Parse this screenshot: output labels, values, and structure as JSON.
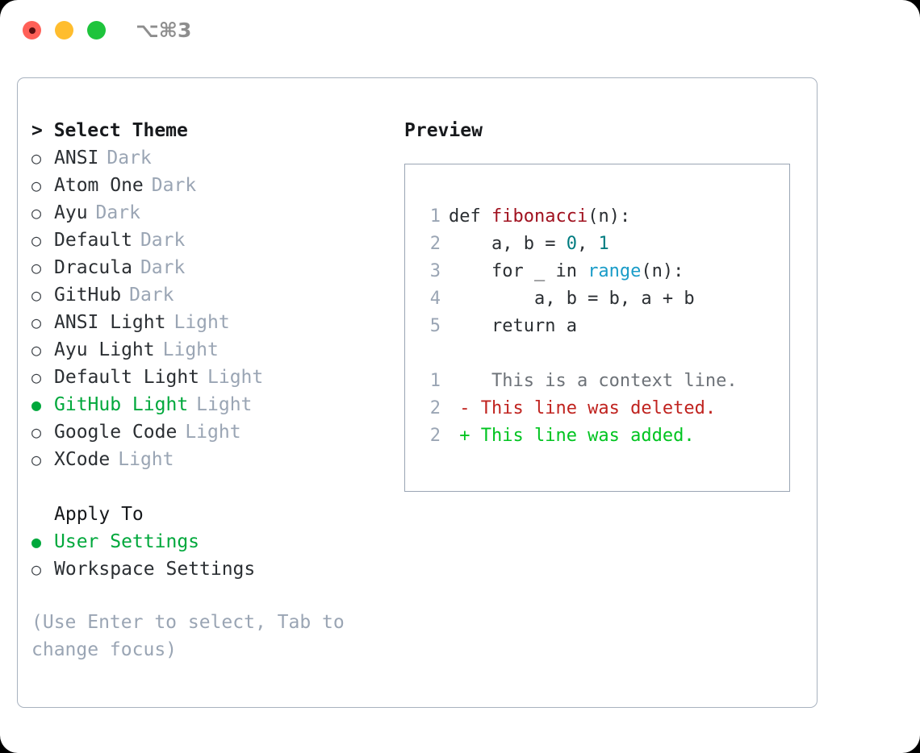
{
  "titlebar": {
    "shortcut": "⌥⌘3",
    "lights": [
      {
        "name": "close",
        "color": "#ff6058"
      },
      {
        "name": "minimize",
        "color": "#ffbd2e"
      },
      {
        "name": "maximize",
        "color": "#1ec43c"
      }
    ]
  },
  "theme_section": {
    "heading": "> Select Theme",
    "items": [
      {
        "marker": "○",
        "label": "ANSI",
        "variant": "Dark",
        "selected": false
      },
      {
        "marker": "○",
        "label": "Atom One",
        "variant": "Dark",
        "selected": false
      },
      {
        "marker": "○",
        "label": "Ayu",
        "variant": "Dark",
        "selected": false
      },
      {
        "marker": "○",
        "label": "Default",
        "variant": "Dark",
        "selected": false
      },
      {
        "marker": "○",
        "label": "Dracula",
        "variant": "Dark",
        "selected": false
      },
      {
        "marker": "○",
        "label": "GitHub",
        "variant": "Dark",
        "selected": false
      },
      {
        "marker": "○",
        "label": "ANSI Light",
        "variant": "Light",
        "selected": false
      },
      {
        "marker": "○",
        "label": "Ayu Light",
        "variant": "Light",
        "selected": false
      },
      {
        "marker": "○",
        "label": "Default Light",
        "variant": "Light",
        "selected": false
      },
      {
        "marker": "●",
        "label": "GitHub Light",
        "variant": "Light",
        "selected": true
      },
      {
        "marker": "○",
        "label": "Google Code",
        "variant": "Light",
        "selected": false
      },
      {
        "marker": "○",
        "label": "XCode",
        "variant": "Light",
        "selected": false
      }
    ]
  },
  "apply_section": {
    "heading": "Apply To",
    "items": [
      {
        "marker": "●",
        "label": "User Settings",
        "variant": "",
        "selected": true
      },
      {
        "marker": "○",
        "label": "Workspace Settings",
        "variant": "",
        "selected": false
      }
    ]
  },
  "hint": "(Use Enter to select, Tab to change focus)",
  "preview": {
    "title": "Preview",
    "code_lines": [
      {
        "num": "1",
        "tokens": [
          {
            "t": "def ",
            "c": "plain"
          },
          {
            "t": "fibonacci",
            "c": "fn"
          },
          {
            "t": "(n):",
            "c": "plain"
          }
        ]
      },
      {
        "num": "2",
        "tokens": [
          {
            "t": "    a, b = ",
            "c": "plain"
          },
          {
            "t": "0",
            "c": "num"
          },
          {
            "t": ", ",
            "c": "plain"
          },
          {
            "t": "1",
            "c": "num"
          }
        ]
      },
      {
        "num": "3",
        "tokens": [
          {
            "t": "    for _ in ",
            "c": "plain"
          },
          {
            "t": "range",
            "c": "call"
          },
          {
            "t": "(n):",
            "c": "plain"
          }
        ]
      },
      {
        "num": "4",
        "tokens": [
          {
            "t": "        a, b = b, a + b",
            "c": "plain"
          }
        ]
      },
      {
        "num": "5",
        "tokens": [
          {
            "t": "    return a",
            "c": "plain"
          }
        ]
      }
    ],
    "diff_lines": [
      {
        "num": "1",
        "sign": " ",
        "text": "  This is a context line.",
        "kind": "context"
      },
      {
        "num": "2",
        "sign": "-",
        "text": " This line was deleted.",
        "kind": "del"
      },
      {
        "num": "2",
        "sign": "+",
        "text": " This line was added.",
        "kind": "add"
      }
    ]
  },
  "colors": {
    "accent_green": "#00a83c",
    "diff_add": "#00c420",
    "diff_del": "#c0231f",
    "muted": "#9aa5b4",
    "border": "#a8b2bf",
    "token_function": "#a0111f",
    "token_number": "#007c80",
    "token_call": "#1a9cc8"
  }
}
